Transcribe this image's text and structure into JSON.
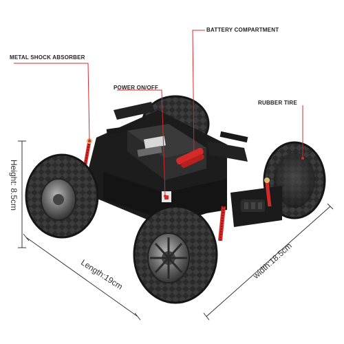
{
  "callouts": {
    "battery": "BATTERY COMPARTMENT",
    "shock": "METAL SHOCK ABSORBER",
    "power": "POWER ON/OFF",
    "tire": "RUBBER TIRE"
  },
  "dimensions": {
    "height": "Height: 8.5cm",
    "length": "Length:19cm",
    "width": "width:18.5cm"
  },
  "colors": {
    "accent": "#d62a2a",
    "chassis": "#1c1c1c",
    "tire": "#2a2a2a"
  }
}
